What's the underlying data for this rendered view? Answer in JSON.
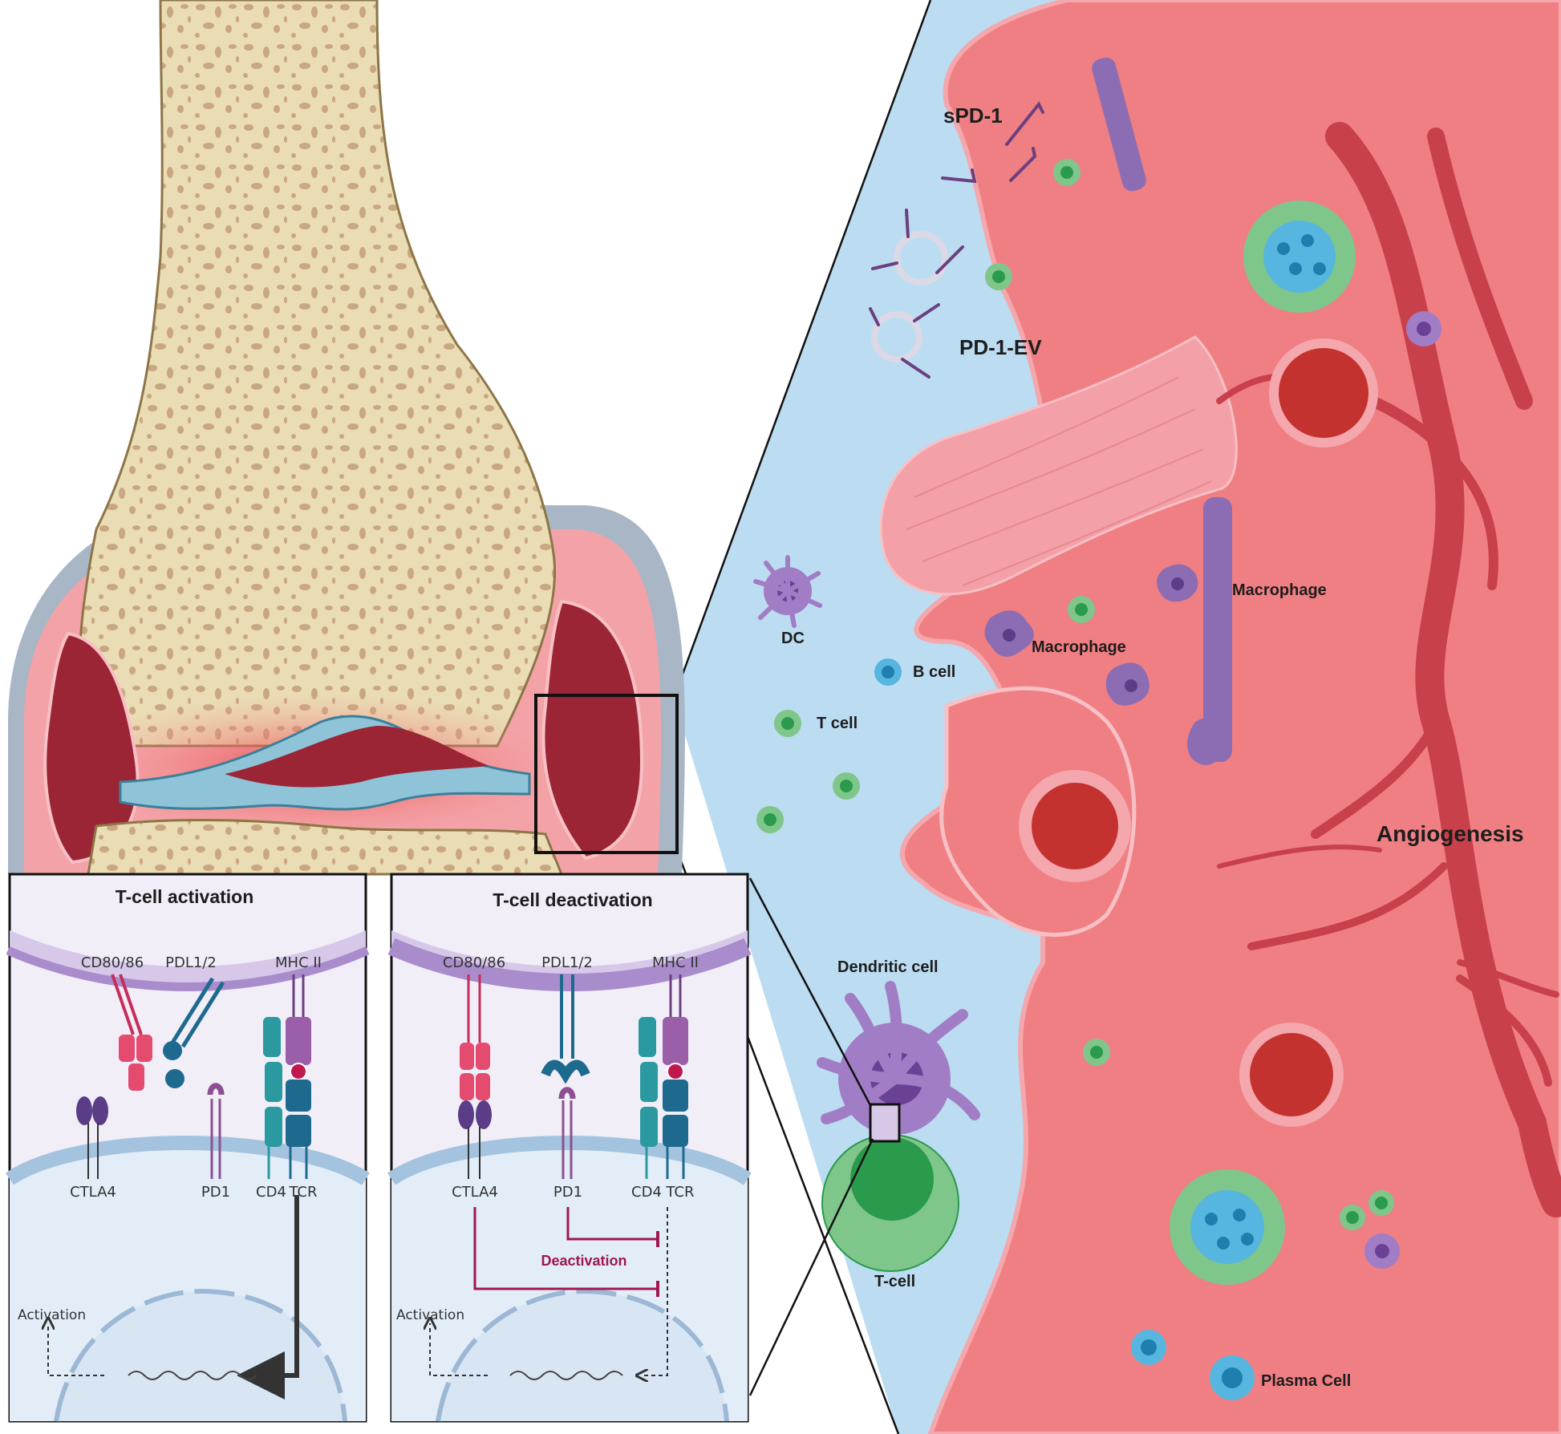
{
  "labels": {
    "spd1": "sPD-1",
    "pd1_ev": "PD-1-EV",
    "dc": "DC",
    "b_cell": "B cell",
    "t_cell": "T cell",
    "macrophage_1": "Macrophage",
    "macrophage_2": "Macrophage",
    "angiogenesis": "Angiogenesis",
    "dendritic_cell": "Dendritic cell",
    "t_cell_big": "T-cell",
    "plasma_cell": "Plasma Cell"
  },
  "panel_activation": {
    "title": "T-cell activation",
    "cd80": "CD80/86",
    "pdl": "PDL1/2",
    "mhc": "MHC II",
    "ctla4": "CTLA4",
    "pd1": "PD1",
    "cd4": "CD4",
    "tcr": "TCR",
    "activation": "Activation"
  },
  "panel_deactivation": {
    "title": "T-cell deactivation",
    "cd80": "CD80/86",
    "pdl": "PDL1/2",
    "mhc": "MHC II",
    "ctla4": "CTLA4",
    "pd1": "PD1",
    "cd4": "CD4",
    "tcr": "TCR",
    "activation": "Activation",
    "deactivation": "Deactivation"
  },
  "colors": {
    "synovial_fluid": "#bcdcf1",
    "tissue": "#f07f83",
    "vessel": "#c8404a",
    "bone": "#eadcb4",
    "panel_bg": "#f1eef8",
    "deactivation_line": "#a0174f",
    "t_cell_green": "#7fc68a",
    "b_cell_blue": "#57b6df",
    "macrophage_purple": "#8c6cb3"
  }
}
